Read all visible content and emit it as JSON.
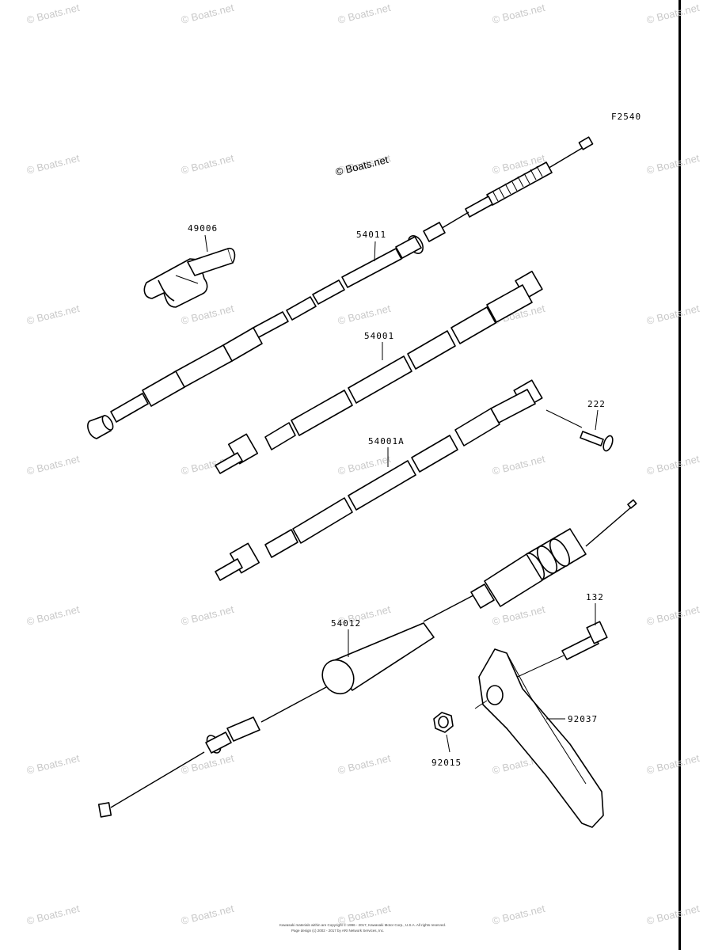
{
  "figure_code": "F2540",
  "copyright_mark": "© Boats.net",
  "watermark_text": "© Boats.net",
  "footer": {
    "line1": "Kawasaki materials within are Copyright © 1996 - 2017, Kawasaki Motor Corp., U.S.A. All rights reserved.",
    "line2": "Page design (c) 2002 - 2017 by ARI Network Services, Inc."
  },
  "callouts": [
    {
      "id": "49006",
      "label": "49006"
    },
    {
      "id": "54011",
      "label": "54011"
    },
    {
      "id": "54001",
      "label": "54001"
    },
    {
      "id": "222",
      "label": "222"
    },
    {
      "id": "54001A",
      "label": "54001A"
    },
    {
      "id": "132",
      "label": "132"
    },
    {
      "id": "54012",
      "label": "54012"
    },
    {
      "id": "92037",
      "label": "92037"
    },
    {
      "id": "92015",
      "label": "92015"
    }
  ]
}
